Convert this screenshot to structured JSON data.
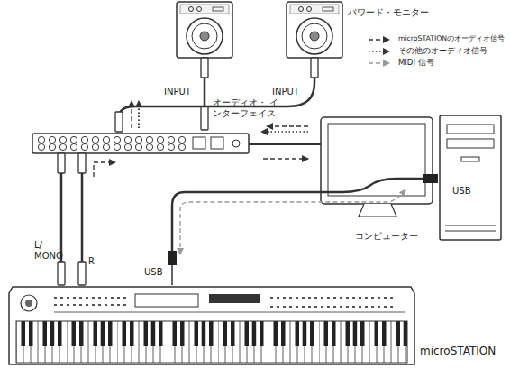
{
  "diagram": {
    "labels": [
      "INPUT",
      "INPUT",
      "パワード・モニター",
      "オーディオ・ インターフェイス",
      "USB",
      "コンピューター",
      "L/ MONO",
      "R",
      "USB",
      "microSTATION"
    ],
    "legend": [
      {
        "text": "microSTATIONのオーディオ信号"
      },
      {
        "text": "その他のオーディオ信号"
      },
      {
        "text": "MIDI 信号"
      }
    ]
  }
}
